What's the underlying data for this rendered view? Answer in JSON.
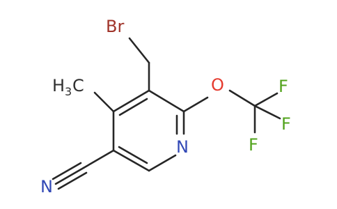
{
  "molecule": {
    "atoms": {
      "br": "Br",
      "o": "O",
      "n_ring": "N",
      "n_nitrile": "N",
      "f1": "F",
      "f2": "F",
      "f3": "F",
      "methyl_h": "H",
      "methyl_sub": "3",
      "methyl_c": "C"
    },
    "colors": {
      "bond": "#262626",
      "bromine": "#a0342a",
      "oxygen": "#e53b2f",
      "nitrogen": "#3249b6",
      "fluorine": "#52a31c",
      "carbon_label": "#2f2f2f"
    }
  }
}
